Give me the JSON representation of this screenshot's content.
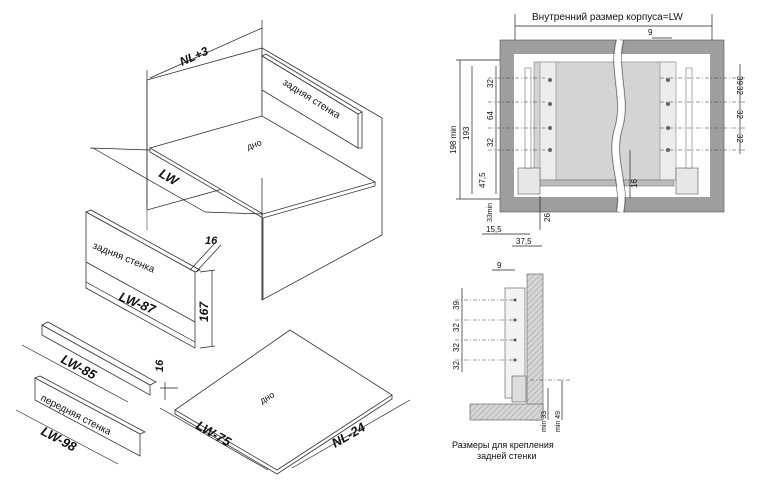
{
  "left": {
    "dim_nl3": "NL+3",
    "label_back_wall_box": "задняя стенка",
    "label_bottom_box": "дно",
    "dim_lw": "LW",
    "dim_16_top": "16",
    "label_back_wall_panel": "задняя стенка",
    "dim_lw87": "LW-87",
    "dim_167": "167",
    "dim_lw85": "LW-85",
    "dim_16_bottom": "16",
    "label_front_wall": "передняя стенка",
    "dim_lw98": "LW-98",
    "dim_lw75": "LW-75",
    "label_bottom_panel": "дно",
    "dim_nl24": "NL-24"
  },
  "right_top": {
    "title": "Внутренний размер корпуса=LW",
    "d_9": "9",
    "d_198min": "198 min",
    "d_193": "193",
    "d_32a": "32",
    "d_64": "64",
    "d_32b": "32",
    "d_47_5": "47,5",
    "d_33min": "33min",
    "d_26": "26",
    "d_15_5": "15,5",
    "d_37_5": "37,5",
    "d_16": "16",
    "r_39": "39",
    "r_32a": "32",
    "r_32b": "32",
    "r_32c": "32"
  },
  "right_bottom": {
    "d_9": "9",
    "d_39": "39",
    "d_32a": "32",
    "d_32b": "32",
    "d_32c": "32",
    "d_min33": "min 33",
    "d_min49": "min 49",
    "caption_line1": "Размеры для крепления",
    "caption_line2": "задней стенки"
  }
}
